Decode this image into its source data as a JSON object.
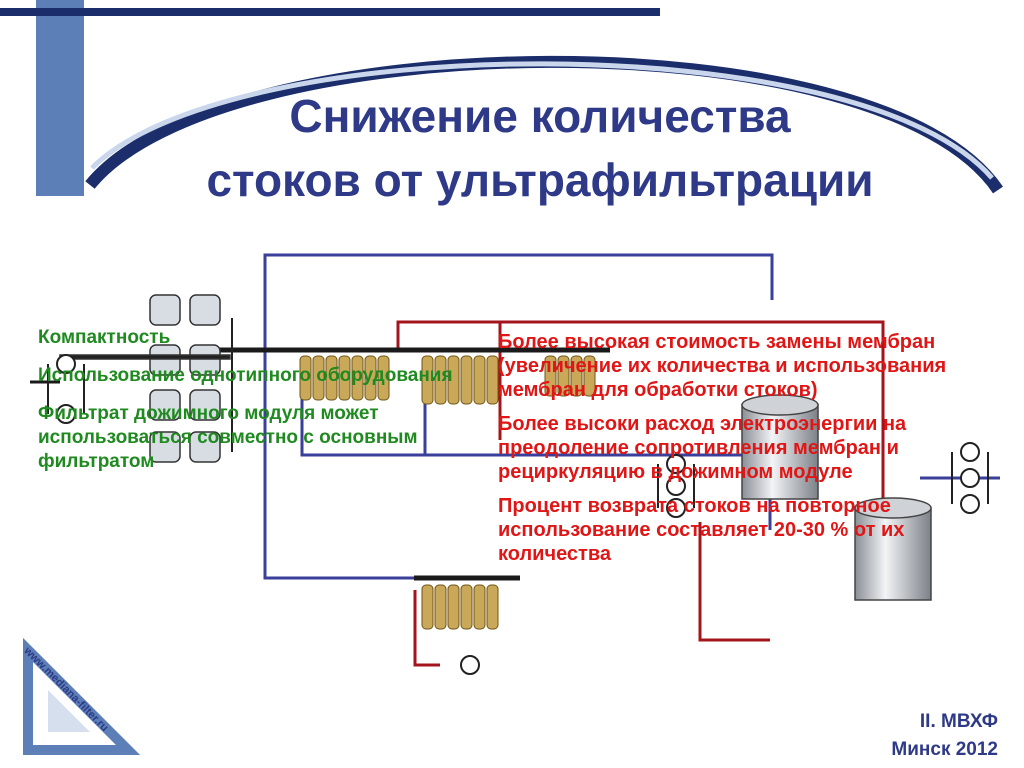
{
  "title": {
    "line1": "Снижение количества",
    "line2": "стоков от ультрафильтрации"
  },
  "advantages": [
    "Компактность",
    "Использование однотипного оборудования",
    "Фильтрат дожимного модуля может использоваться совместно с основным фильтратом"
  ],
  "disadvantages": [
    "Более высокая стоимость замены мембран (увеличение их количества и использования мембран для обработки стоков)",
    "Более высоки расход электроэнергии на преодоление сопротивления мембран и рециркуляцию в дожимном модуле",
    "Процент возврата стоков на повторное использование составляет 20-30 % от их количества"
  ],
  "footer": {
    "line1": "II. МВХФ",
    "line2": "Минск 2012"
  },
  "logo": {
    "url_text": "www.mediana-filter.ru"
  },
  "colors": {
    "title": "#2e3a88",
    "advantages_text": "#1f8a1f",
    "disadvantages_text": "#e01616",
    "pipe_blue": "#3a3f9a",
    "pipe_red": "#a3141c",
    "membrane": "#c9a85a"
  }
}
